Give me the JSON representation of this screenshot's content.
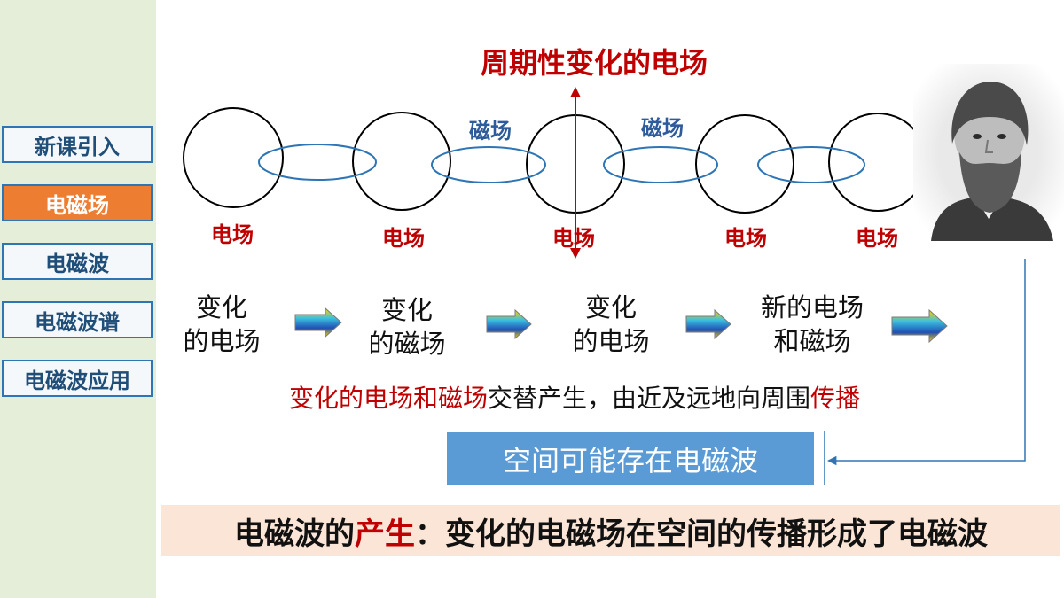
{
  "sidebar": {
    "items": [
      {
        "label": "新课引入",
        "active": false
      },
      {
        "label": "电磁场",
        "active": true
      },
      {
        "label": "电磁波",
        "active": false
      },
      {
        "label": "电磁波谱",
        "active": false
      },
      {
        "label": "电磁波应用",
        "active": false
      }
    ]
  },
  "diagram": {
    "title": "周期性变化的电场",
    "electric_label": "电场",
    "magnetic_label": "磁场"
  },
  "steps": [
    {
      "line1": "变化",
      "line2": "的电场"
    },
    {
      "line1": "变化",
      "line2": "的磁场"
    },
    {
      "line1": "变化",
      "line2": "的电场"
    },
    {
      "line1": "新的电场",
      "line2": "和磁场"
    }
  ],
  "sentence": {
    "part1": "变化的电场和磁场",
    "part2": "交替产生，由近及远地向周围",
    "part3": "传播"
  },
  "wave_box": "空间可能存在电磁波",
  "conclusion": {
    "part1": "电磁波的",
    "part2": "产生",
    "part3": "：变化的电磁场在空间的传播形成了电磁波"
  },
  "colors": {
    "red_text": "#c00000",
    "blue_text": "#2e5b9a",
    "accent_orange": "#ed7d31",
    "sidebar_bg": "#e4eed8",
    "box_blue": "#5b9bd5",
    "conclusion_bg": "#fbe5d6"
  }
}
